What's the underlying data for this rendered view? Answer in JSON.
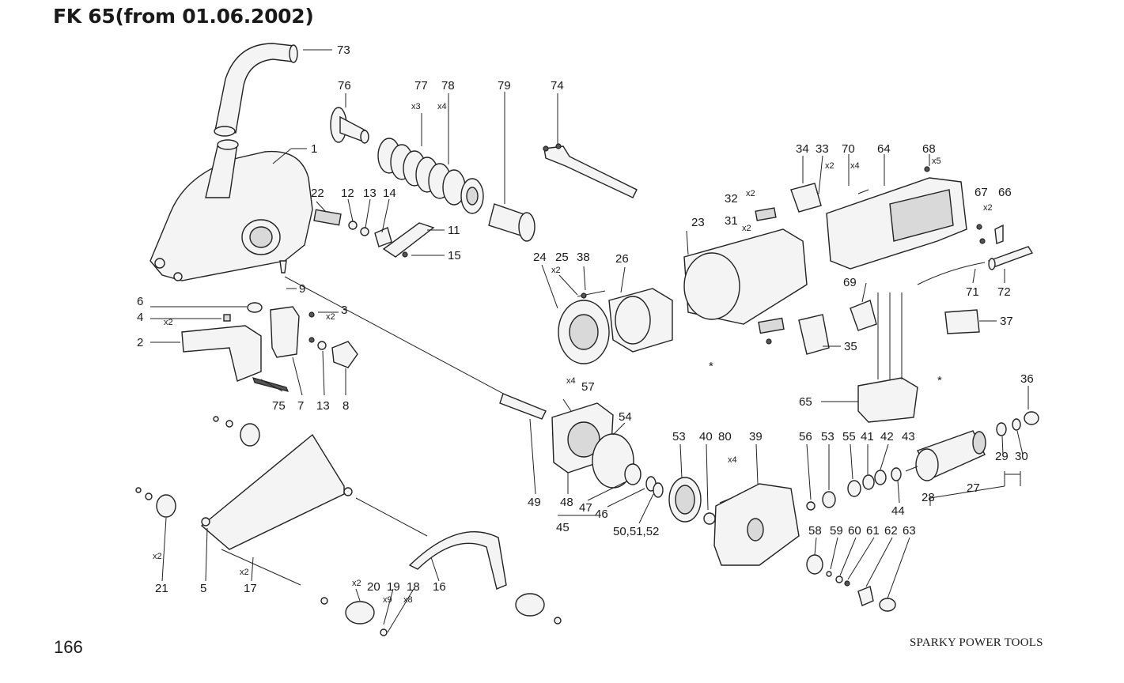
{
  "title": "FK 65(from 01.06.2002)",
  "page_number": "166",
  "brand": "SPARKY POWER TOOLS",
  "callouts": [
    {
      "label": "73"
    },
    {
      "label": "1"
    },
    {
      "label": "76"
    },
    {
      "label": "77",
      "qty": "x3"
    },
    {
      "label": "78",
      "qty": "x4"
    },
    {
      "label": "79"
    },
    {
      "label": "74"
    },
    {
      "label": "34"
    },
    {
      "label": "33",
      "qty": "x2"
    },
    {
      "label": "70",
      "qty": "x4"
    },
    {
      "label": "64"
    },
    {
      "label": "68",
      "qty": "x5"
    },
    {
      "label": "32",
      "qty": "x2"
    },
    {
      "label": "31",
      "qty": "x2"
    },
    {
      "label": "67",
      "qty": "x2"
    },
    {
      "label": "66"
    },
    {
      "label": "22"
    },
    {
      "label": "12"
    },
    {
      "label": "13"
    },
    {
      "label": "14"
    },
    {
      "label": "11"
    },
    {
      "label": "15"
    },
    {
      "label": "23"
    },
    {
      "label": "24"
    },
    {
      "label": "25",
      "qty": "x2"
    },
    {
      "label": "38"
    },
    {
      "label": "26"
    },
    {
      "label": "69"
    },
    {
      "label": "71"
    },
    {
      "label": "72"
    },
    {
      "label": "9"
    },
    {
      "label": "6"
    },
    {
      "label": "4",
      "qty": "x2"
    },
    {
      "label": "3",
      "qty": "x2"
    },
    {
      "label": "2"
    },
    {
      "label": "37"
    },
    {
      "label": "35"
    },
    {
      "label": "*"
    },
    {
      "label": "*"
    },
    {
      "label": "75"
    },
    {
      "label": "7"
    },
    {
      "label": "13"
    },
    {
      "label": "8"
    },
    {
      "label": "57",
      "qty": "x4"
    },
    {
      "label": "65"
    },
    {
      "label": "36"
    },
    {
      "label": "54"
    },
    {
      "label": "53"
    },
    {
      "label": "40"
    },
    {
      "label": "80",
      "qty": "x4"
    },
    {
      "label": "39"
    },
    {
      "label": "56"
    },
    {
      "label": "53"
    },
    {
      "label": "55"
    },
    {
      "label": "41"
    },
    {
      "label": "42"
    },
    {
      "label": "43"
    },
    {
      "label": "29"
    },
    {
      "label": "30"
    },
    {
      "label": "27"
    },
    {
      "label": "28"
    },
    {
      "label": "44"
    },
    {
      "label": "49"
    },
    {
      "label": "48"
    },
    {
      "label": "47"
    },
    {
      "label": "46"
    },
    {
      "label": "45"
    },
    {
      "label": "50,51,52"
    },
    {
      "label": "58"
    },
    {
      "label": "59"
    },
    {
      "label": "60"
    },
    {
      "label": "61"
    },
    {
      "label": "62"
    },
    {
      "label": "63"
    },
    {
      "label": "21",
      "qty": "x2"
    },
    {
      "label": "5"
    },
    {
      "label": "17",
      "qty": "x2"
    },
    {
      "label": "20",
      "qty": "x2"
    },
    {
      "label": "19",
      "qty": "x9"
    },
    {
      "label": "18",
      "qty": "x8"
    },
    {
      "label": "16"
    }
  ]
}
